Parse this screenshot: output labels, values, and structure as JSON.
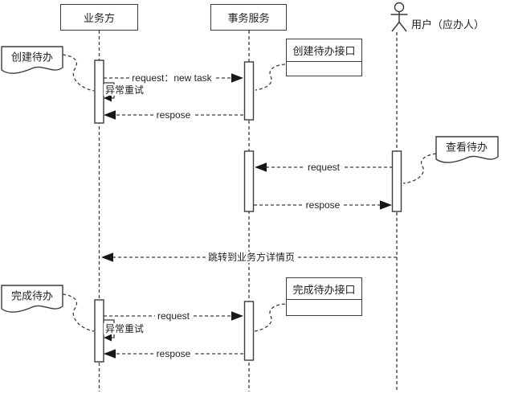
{
  "diagram_type": "uml-sequence",
  "colors": {
    "stroke": "#3c3c3c",
    "fill": "#ffffff",
    "text": "#1f1f1f",
    "arrow": "#171717"
  },
  "lifelines": {
    "business": {
      "label": "业务方",
      "head": "box"
    },
    "service": {
      "label": "事务服务",
      "head": "box"
    },
    "user": {
      "label": "用户（应办人）",
      "head": "actor"
    }
  },
  "notes": {
    "create": {
      "label": "创建待办"
    },
    "view": {
      "label": "查看待办"
    },
    "complete": {
      "label": "完成待办"
    }
  },
  "interfaces": {
    "create": {
      "label": "创建待办接口"
    },
    "complete": {
      "label": "完成待办接口"
    }
  },
  "messages": {
    "request_new_task": {
      "label": "request：new task",
      "from": "business",
      "to": "service",
      "style": "dashed"
    },
    "retry_top": {
      "label": "异常重试",
      "from": "business",
      "to": "business",
      "style": "self-loop"
    },
    "respose_top": {
      "label": "respose",
      "from": "service",
      "to": "business",
      "style": "dashed"
    },
    "request_mid": {
      "label": "request",
      "from": "user",
      "to": "service",
      "style": "dashed"
    },
    "respose_mid": {
      "label": "respose",
      "from": "service",
      "to": "user",
      "style": "dashed"
    },
    "redirect": {
      "label": "跳转到业务方详情页",
      "from": "user",
      "to": "business",
      "style": "dashed"
    },
    "request_bottom": {
      "label": "request",
      "from": "business",
      "to": "service",
      "style": "dashed"
    },
    "retry_bottom": {
      "label": "异常重试",
      "from": "business",
      "to": "business",
      "style": "self-loop"
    },
    "respose_bottom": {
      "label": "respose",
      "from": "service",
      "to": "business",
      "style": "dashed"
    }
  }
}
